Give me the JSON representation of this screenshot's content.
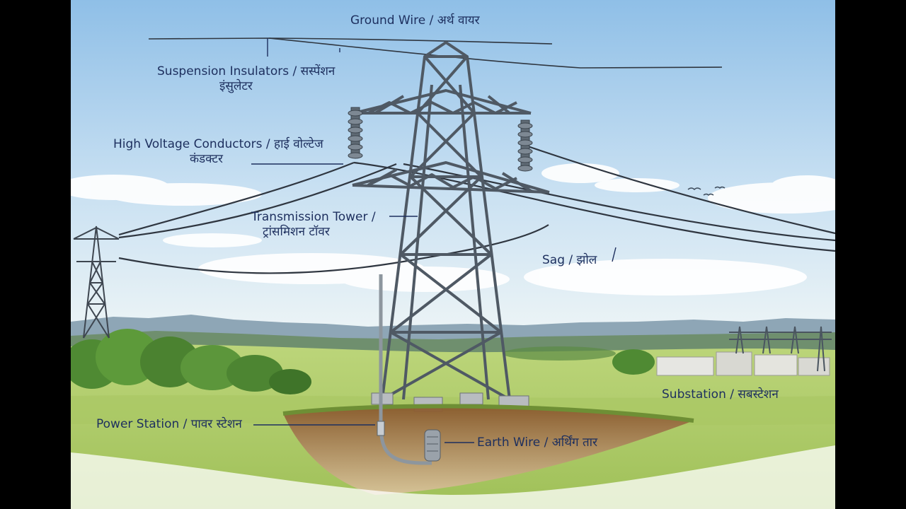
{
  "colors": {
    "sky_top": "#9cc7ea",
    "sky_bottom": "#eaf3f8",
    "hill": "#8ea6b6",
    "grass": "#b3cf6a",
    "soil": "#9b6b3d",
    "steel": "#5a6470",
    "label_text": "#1d2f5e"
  },
  "labels": {
    "ground_wire": "Ground Wire / अर्थ वायर",
    "suspension_insulators_line1": "Suspension Insulators / सस्पेंशन",
    "suspension_insulators_line2": "इंसुलेटर",
    "high_voltage_conductors_line1": "High Voltage Conductors / हाई वोल्टेज",
    "high_voltage_conductors_line2": "कंडक्टर",
    "transmission_tower_line1": "Transmission Tower /",
    "transmission_tower_line2": "ट्रांसमिशन टॉवर",
    "sag": "Sag / झोल",
    "substation": "Substation / सबस्टेशन",
    "power_station": "Power Station / पावर स्टेशन",
    "earth_wire": "Earth Wire / अर्थिंग तार"
  }
}
